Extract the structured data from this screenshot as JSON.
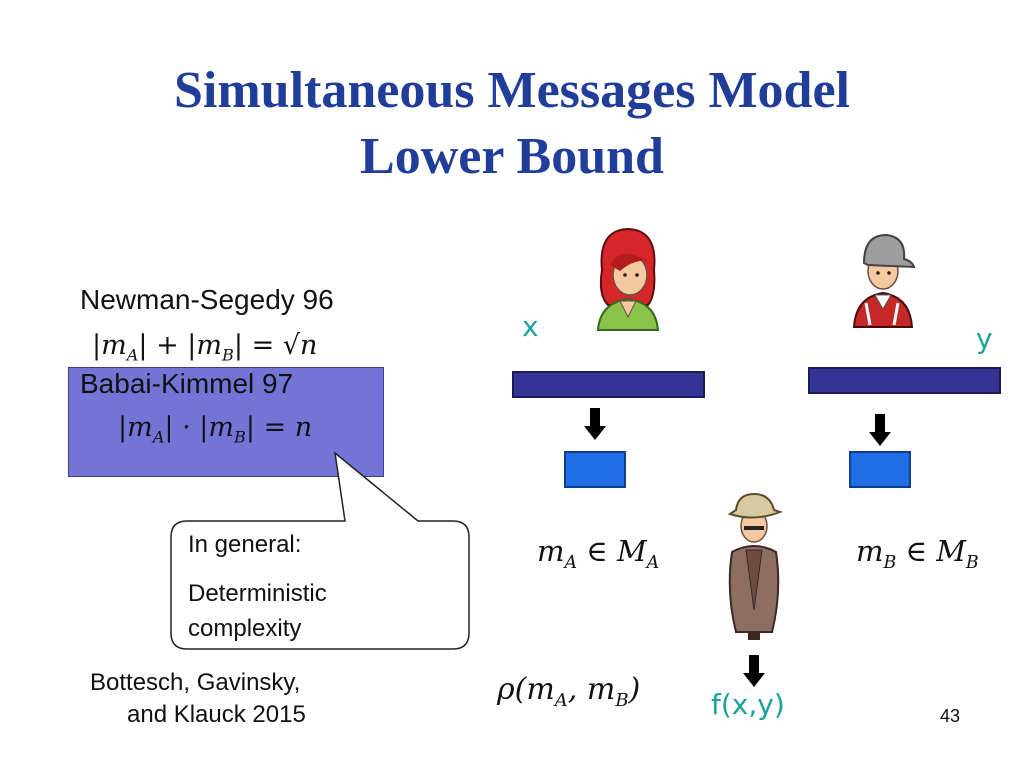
{
  "slide": {
    "title_line1": "Simultaneous Messages Model",
    "title_line2": "Lower Bound",
    "page_number": "43"
  },
  "results": {
    "newman_segedy": "Newman-Segedy 96",
    "newman_formula": "|m_A| + |m_B| = √n",
    "babai_kimmel": "Babai-Kimmel 97",
    "babai_formula": "|m_A| · |m_B| = n"
  },
  "callout": {
    "line1": "In general:",
    "line2": "Deterministic",
    "line3": "complexity"
  },
  "citation": {
    "line1": "Bottesch, Gavinsky,",
    "line2": "and Klauck 2015"
  },
  "protocol": {
    "input_alice": "x",
    "input_bob": "y",
    "message_alice": "m_A ∈ M_A",
    "message_bob": "m_B ∈ M_B",
    "referee_function": "ρ(m_A, m_B)",
    "output": "f(x,y)"
  },
  "icons": {
    "alice": "woman-icon",
    "bob": "man-cap-icon",
    "referee": "referee-hat-icon",
    "arrow": "down-arrow-icon"
  },
  "colors": {
    "title": "#1f3d99",
    "input_bar": "#343494",
    "message_box": "#1f6ee6",
    "highlight_box": "#7474d6",
    "teal_text": "#1aa39a"
  }
}
